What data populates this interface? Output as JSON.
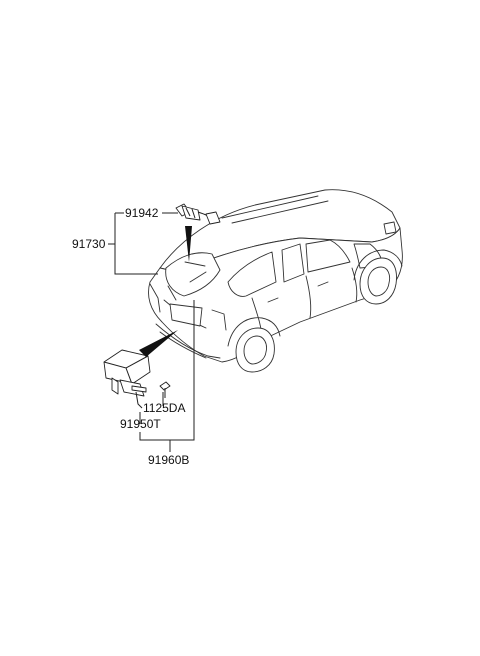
{
  "labels": {
    "p91942": "91942",
    "p91730": "91730",
    "p1125DA": "1125DA",
    "p91950T": "91950T",
    "p91960B": "91960B"
  }
}
